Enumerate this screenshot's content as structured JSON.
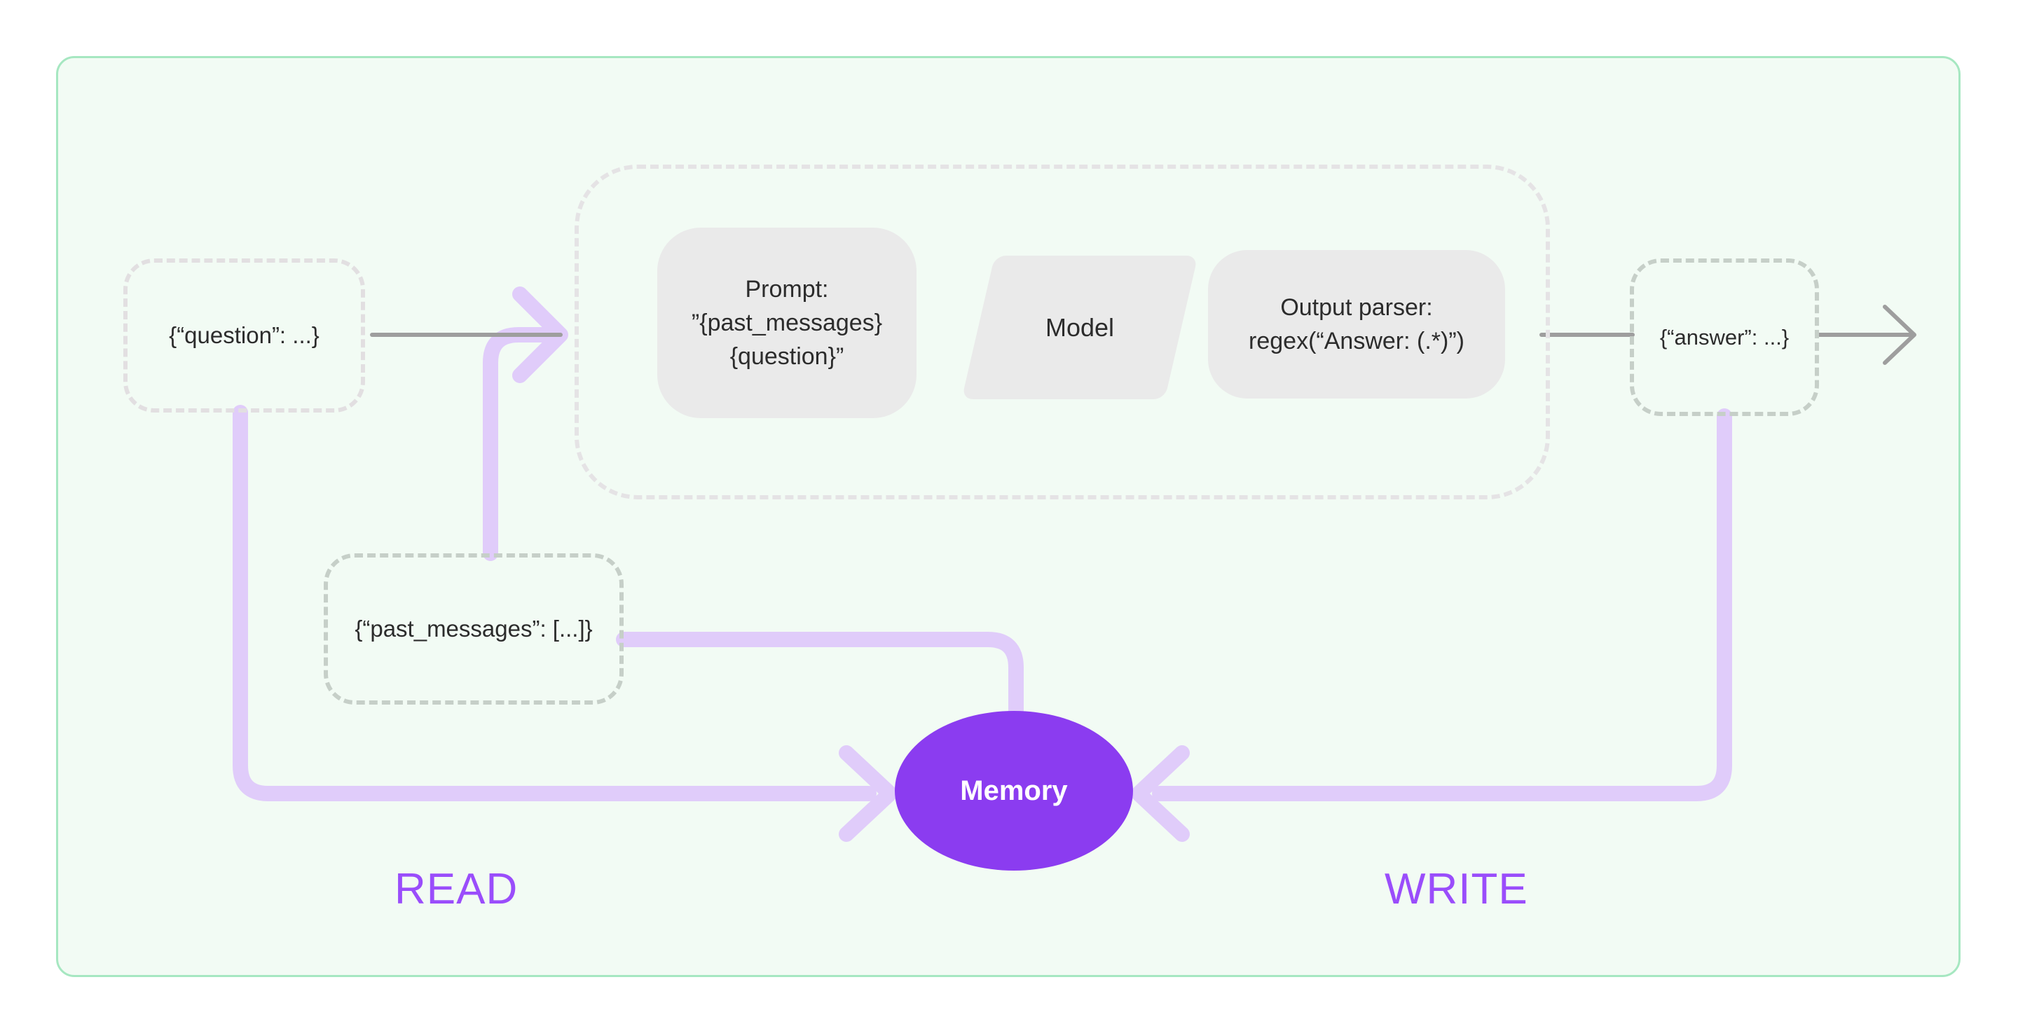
{
  "diagram": {
    "title": "Chain with memory read and write flow",
    "colors": {
      "card_bg": "#F2FBF4",
      "card_border": "#A6E7C1",
      "node_border": "#C6CFC8",
      "node_border_light": "#E2DFE1",
      "chain_border": "#E5E3E5",
      "block_bg": "#EAEAEA",
      "memory_fill": "#8B3CF0",
      "memory_text": "#FFFFFF",
      "purple_edge": "#E0CCFA",
      "gray_edge": "#9E9E9E",
      "label_purple": "#9A4DFB",
      "text": "#2C2C2C"
    },
    "nodes": {
      "question": {
        "label": "{“question”: ...}"
      },
      "past_messages": {
        "label": "{“past_messages”: [...]}"
      },
      "answer": {
        "label": "{“answer”: ...}"
      },
      "prompt": {
        "line1": "Prompt:",
        "line2": "”{past_messages}",
        "line3": "{question}”"
      },
      "model": {
        "label": "Model"
      },
      "output_parser": {
        "line1": "Output parser:",
        "line2": "regex(“Answer: (.*)”)"
      },
      "memory": {
        "label": "Memory"
      }
    },
    "labels": {
      "read": "READ",
      "write": "WRITE"
    },
    "edges": [
      {
        "name": "question-to-chain",
        "kind": "gray-line"
      },
      {
        "name": "chain-to-answer",
        "kind": "gray-line"
      },
      {
        "name": "answer-to-output",
        "kind": "gray-arrow"
      },
      {
        "name": "past-messages-to-prompt",
        "kind": "purple-arrow"
      },
      {
        "name": "question-to-memory-read",
        "kind": "purple-arrow"
      },
      {
        "name": "past-messages-to-memory",
        "kind": "purple-line"
      },
      {
        "name": "answer-to-memory-write",
        "kind": "purple-arrow"
      }
    ]
  }
}
